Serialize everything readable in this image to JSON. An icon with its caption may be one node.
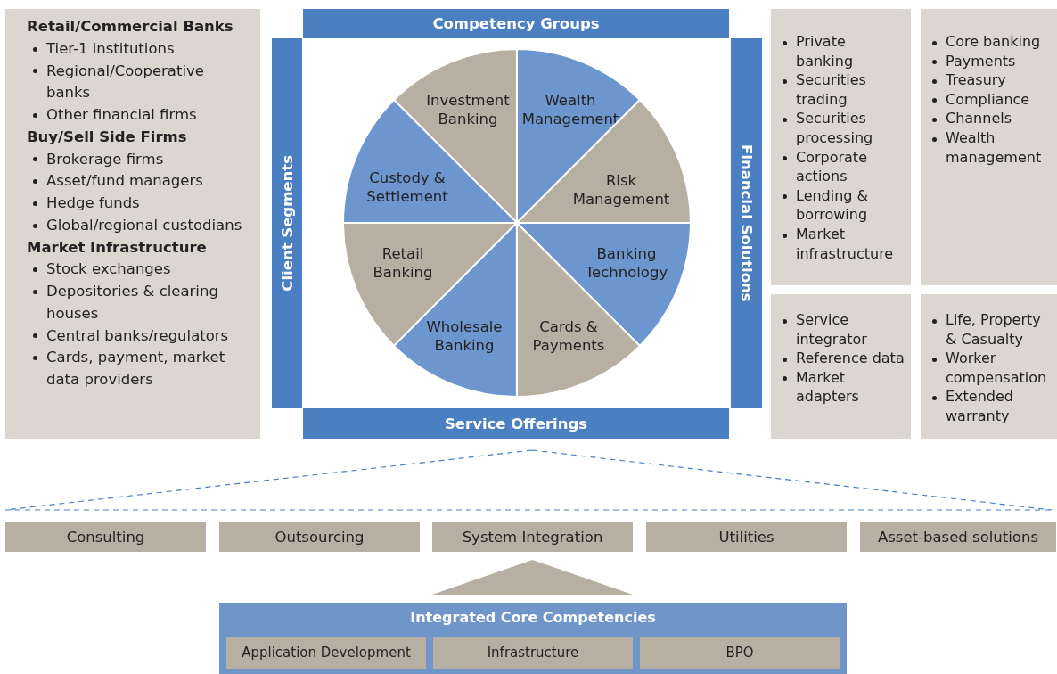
{
  "diagram": {
    "nodes": [
      {
        "text": [
          "Retail/Commercial Banks",
          "Tier-1 institutions",
          "Regional/Cooperative banks",
          "Other financial firms",
          "Buy/Sell Side Firms",
          "Brokerage firms",
          "Asset/fund managers",
          "Hedge funds",
          "Global/regional custodians",
          "Market Infrastructure",
          "Stock exchanges",
          "Depositories & clearing houses",
          "Central banks/regulators",
          "Cards, payment, market data providers"
        ]
      },
      {
        "text": [
          "Competency Groups"
        ]
      },
      {
        "text": [
          "Client Segments"
        ]
      },
      {
        "text": [
          "Investment Banking"
        ]
      },
      {
        "text": [
          "Wealth Management"
        ]
      },
      {
        "text": [
          "Custody & Settlement"
        ]
      },
      {
        "text": [
          "Risk Management"
        ]
      },
      {
        "text": [
          "Retail Banking"
        ]
      },
      {
        "text": [
          "Banking Technology"
        ]
      },
      {
        "text": [
          "Wholesale Banking"
        ]
      },
      {
        "text": [
          "Cards & Payments"
        ]
      },
      {
        "text": [
          "Financial Solutions"
        ]
      },
      {
        "text": [
          "Service Offerings"
        ]
      },
      {
        "text": [
          "Private banking",
          "Securities trading",
          "Securities processing",
          "Corporate actions",
          "Lending & borrowing",
          "Market infrastructure"
        ]
      },
      {
        "text": [
          "Core banking",
          "Payments",
          "Treasury",
          "Compliance",
          "Channels",
          "Wealth management"
        ]
      },
      {
        "text": [
          "Service integrator",
          "Reference data",
          "Market adapters"
        ]
      },
      {
        "text": [
          "Life, Property & Casualty",
          "Worker compensation",
          "Extended warranty"
        ]
      },
      {
        "text": [
          "Consulting"
        ]
      },
      {
        "text": [
          "Outsourcing"
        ]
      },
      {
        "text": [
          "System Integration"
        ]
      },
      {
        "text": [
          "Utilities"
        ]
      },
      {
        "text": [
          "Asset-based solutions"
        ]
      },
      {
        "text": [],
        "shape": "triangle"
      },
      {
        "text": [
          "Integrated Core Competencies"
        ]
      },
      {
        "text": [
          "Application Development"
        ],
        "in": 23
      },
      {
        "text": [
          "Infrastructure"
        ],
        "in": 23
      },
      {
        "text": [
          "BPO"
        ],
        "in": 23
      }
    ]
  }
}
